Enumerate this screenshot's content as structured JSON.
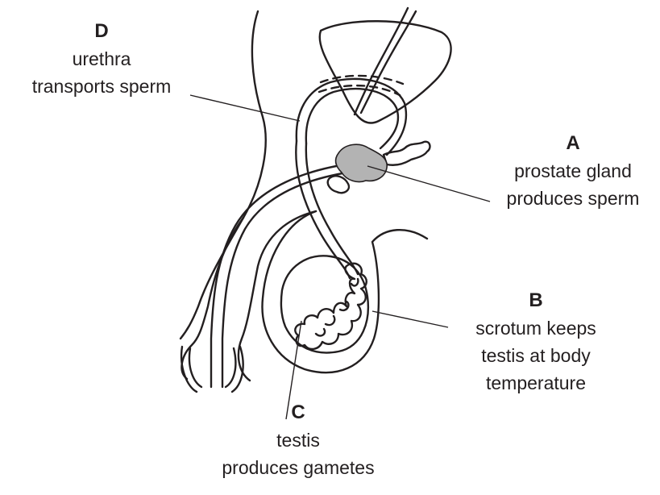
{
  "labels": {
    "d": {
      "letter": "D",
      "lines": [
        "urethra",
        "transports sperm"
      ]
    },
    "a": {
      "letter": "A",
      "lines": [
        "prostate gland",
        "produces sperm"
      ]
    },
    "b": {
      "letter": "B",
      "lines": [
        "scrotum keeps",
        "testis at body",
        "temperature"
      ]
    },
    "c": {
      "letter": "C",
      "lines": [
        "testis",
        "produces gametes"
      ]
    }
  },
  "colors": {
    "outline": "#231f20",
    "gland_fill": "#b3b3b3",
    "background": "#ffffff"
  }
}
